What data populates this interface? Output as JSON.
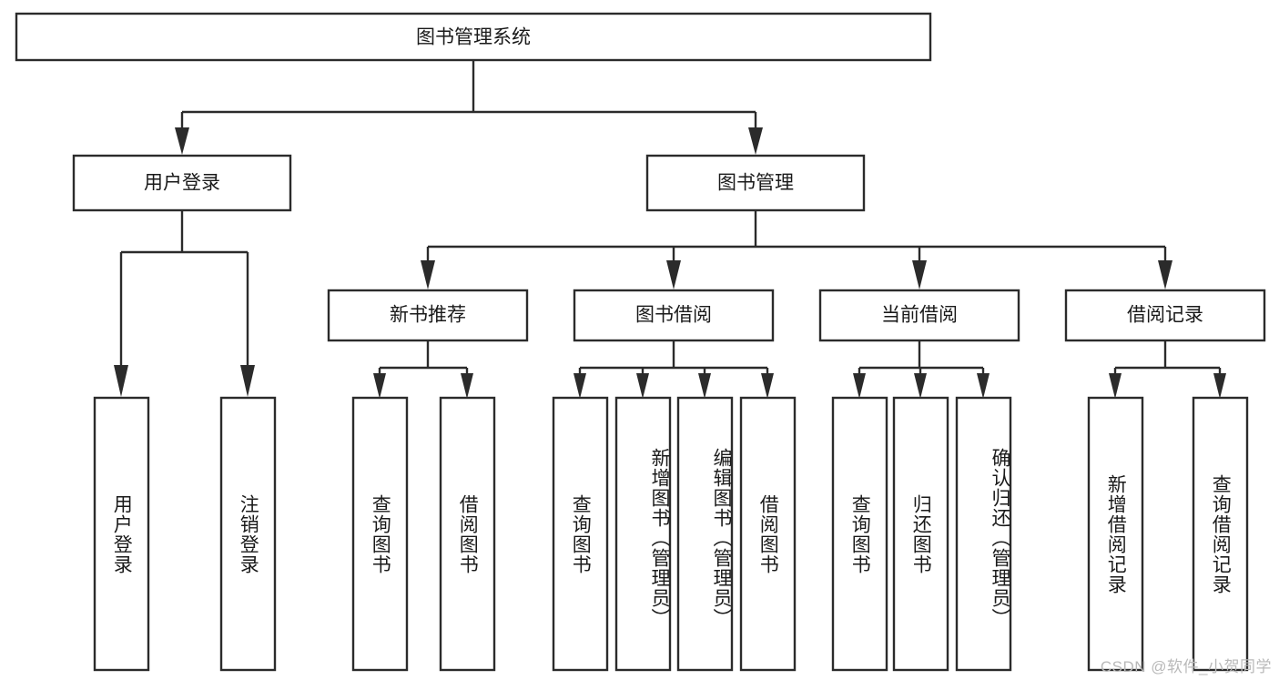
{
  "diagram": {
    "title": "图书管理系统",
    "watermark": "CSDN @软件_小贺同学",
    "type": "tree-hierarchy-diagram",
    "accent_color": "#2b2b2b",
    "background_color": "#ffffff",
    "levels": 4,
    "root": {
      "id": "root",
      "label": "图书管理系统",
      "orientation": "horizontal"
    },
    "level2": [
      {
        "id": "user-login",
        "label": "用户登录",
        "orientation": "horizontal"
      },
      {
        "id": "book-management",
        "label": "图书管理",
        "orientation": "horizontal"
      }
    ],
    "level3": [
      {
        "id": "new-book-recommend",
        "label": "新书推荐",
        "orientation": "horizontal",
        "parent": "book-management"
      },
      {
        "id": "book-borrow",
        "label": "图书借阅",
        "orientation": "horizontal",
        "parent": "book-management"
      },
      {
        "id": "current-borrow",
        "label": "当前借阅",
        "orientation": "horizontal",
        "parent": "book-management"
      },
      {
        "id": "borrow-record",
        "label": "借阅记录",
        "orientation": "horizontal",
        "parent": "book-management"
      }
    ],
    "leaves": [
      {
        "id": "leaf-user-login",
        "label": "用户登录",
        "orientation": "vertical",
        "parent": "user-login"
      },
      {
        "id": "leaf-logout-login",
        "label": "注销登录",
        "orientation": "vertical",
        "parent": "user-login"
      },
      {
        "id": "leaf-query-book-1",
        "label": "查询图书",
        "orientation": "vertical",
        "parent": "new-book-recommend"
      },
      {
        "id": "leaf-borrow-book-1",
        "label": "借阅图书",
        "orientation": "vertical",
        "parent": "new-book-recommend"
      },
      {
        "id": "leaf-query-book-2",
        "label": "查询图书",
        "orientation": "vertical",
        "parent": "book-borrow"
      },
      {
        "id": "leaf-add-book",
        "label": "新增图书（管理员）",
        "orientation": "vertical",
        "parent": "book-borrow"
      },
      {
        "id": "leaf-edit-book",
        "label": "编辑图书（管理员）",
        "orientation": "vertical",
        "parent": "book-borrow"
      },
      {
        "id": "leaf-borrow-book-2",
        "label": "借阅图书",
        "orientation": "vertical",
        "parent": "book-borrow"
      },
      {
        "id": "leaf-query-book-3",
        "label": "查询图书",
        "orientation": "vertical",
        "parent": "current-borrow"
      },
      {
        "id": "leaf-return-book",
        "label": "归还图书",
        "orientation": "vertical",
        "parent": "current-borrow"
      },
      {
        "id": "leaf-confirm-return",
        "label": "确认归还（管理员）",
        "orientation": "vertical",
        "parent": "current-borrow"
      },
      {
        "id": "leaf-add-record",
        "label": "新增借阅记录",
        "orientation": "vertical",
        "parent": "borrow-record"
      },
      {
        "id": "leaf-query-record",
        "label": "查询借阅记录",
        "orientation": "vertical",
        "parent": "borrow-record"
      }
    ]
  }
}
